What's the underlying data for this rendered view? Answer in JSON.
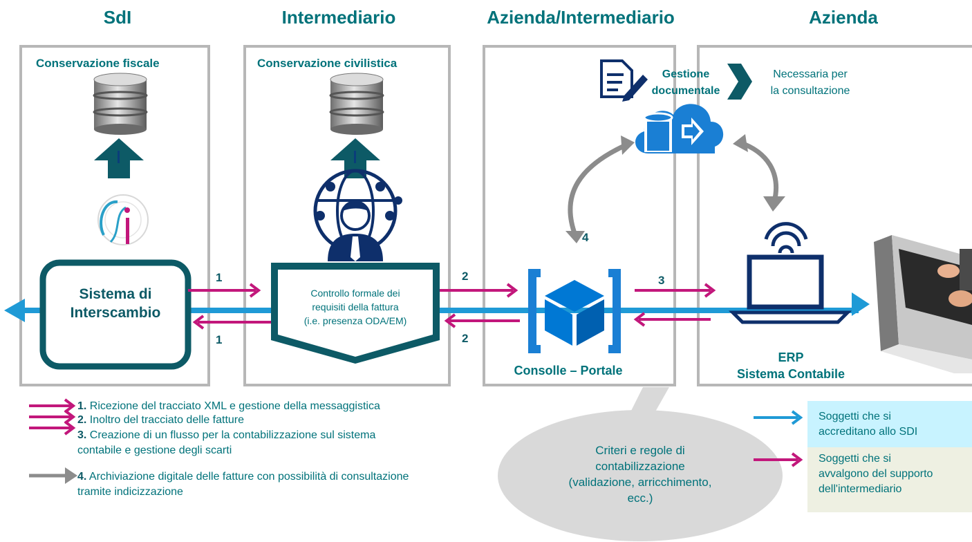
{
  "columns": {
    "sdi": "SdI",
    "intermediario": "Intermediario",
    "azienda_intermediario": "Azienda/Intermediario",
    "azienda": "Azienda"
  },
  "panels": {
    "conservazione_fiscale": "Conservazione fiscale",
    "conservazione_civilistica": "Conservazione civilistica"
  },
  "sdi_box": {
    "line1": "Sistema di",
    "line2": "Interscambio"
  },
  "controllo_box": {
    "line1": "Controllo formale dei",
    "line2": "requisiti della fattura",
    "line3": "(i.e. presenza ODA/EM)"
  },
  "gestione": {
    "line1": "Gestione",
    "line2": "documentale",
    "note_line1": "Necessaria per",
    "note_line2": "la consultazione"
  },
  "flow_numbers": {
    "n1_top": "1",
    "n1_bottom": "1",
    "n2_top": "2",
    "n2_bottom": "2",
    "n3": "3",
    "n4": "4"
  },
  "consolle_label": "Consolle – Portale",
  "erp": {
    "line1": "ERP",
    "line2": "Sistema Contabile"
  },
  "criteri": {
    "line1": "Criteri e regole di",
    "line2": "contabilizzazione",
    "line3": "(validazione, arricchimento,",
    "line4": "ecc.)"
  },
  "legend": {
    "item1_num": "1.",
    "item1": " Ricezione del tracciato XML e gestione della messaggistica",
    "item2_num": "2.",
    "item2": " Inoltro del tracciato delle fatture",
    "item3_num": "3.",
    "item3a": " Creazione di un flusso per la contabilizzazione sul sistema",
    "item3b": "contabile e gestione degli scarti",
    "item4_num": "4.",
    "item4a": " Archiviazione digitale delle fatture con possibilità di consultazione",
    "item4b": "tramite indicizzazione"
  },
  "key": {
    "blue_line1": "Soggetti che si",
    "blue_line2": "accreditano allo SDI",
    "pink_line1": "Soggetti che si",
    "pink_line2": "avvalgono del supporto",
    "pink_line3": "dell'intermediario"
  },
  "colors": {
    "teal": "#00727a",
    "dark_teal": "#0d5a66",
    "blue": "#1f9ad6",
    "pink": "#c2177b",
    "gray": "#8c8c8c",
    "azure": "#0078d4"
  }
}
